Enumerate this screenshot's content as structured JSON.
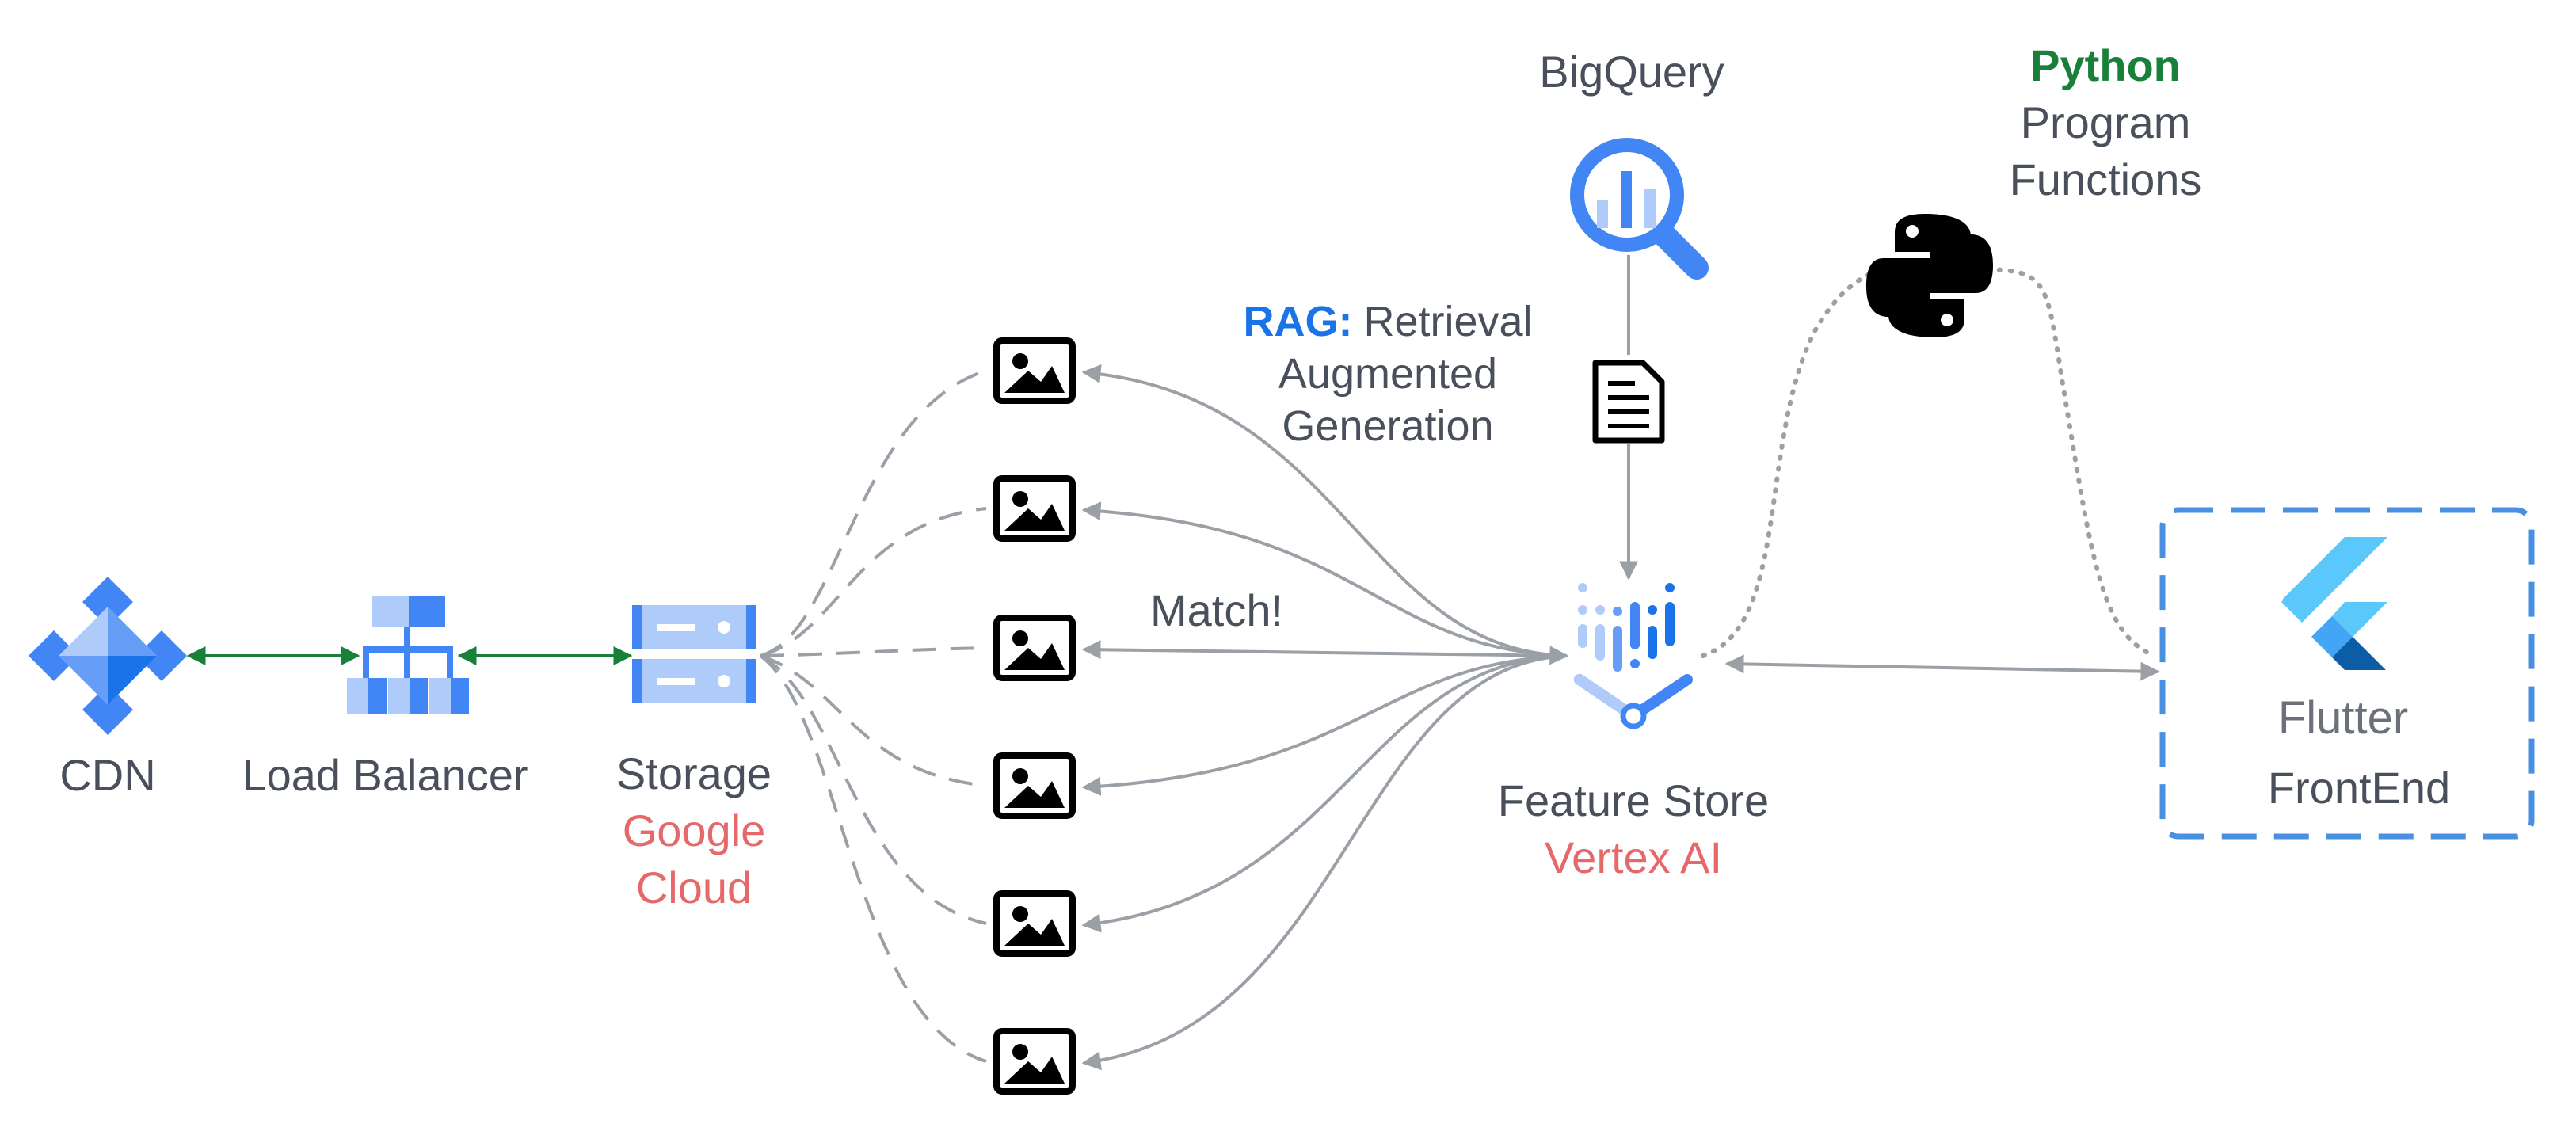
{
  "nodes": {
    "cdn": {
      "label": "CDN"
    },
    "load_balancer": {
      "label": "Load Balancer"
    },
    "storage": {
      "label": "Storage",
      "sublabel_line1": "Google",
      "sublabel_line2": "Cloud"
    },
    "bigquery": {
      "label": "BigQuery"
    },
    "feature_store": {
      "label": "Feature Store",
      "sublabel": "Vertex AI"
    },
    "python": {
      "title": "Python",
      "line2": "Program",
      "line3": "Functions"
    },
    "frontend": {
      "logo_text": "Flutter",
      "label": "FrontEnd"
    }
  },
  "annotations": {
    "rag_prefix": "RAG:",
    "rag_line1": "Retrieval",
    "rag_line2": "Augmented",
    "rag_line3": "Generation",
    "match": "Match!"
  },
  "colors": {
    "google_blue": "#4285f4",
    "google_light_blue": "#aecbfa",
    "arrow_gray": "#9aa0a6",
    "link_green": "#188038",
    "accent_red": "#e5696a",
    "text_dark": "#4a505b",
    "flutter_light": "#5ac8fa",
    "flutter_dark": "#0d5ca6"
  }
}
